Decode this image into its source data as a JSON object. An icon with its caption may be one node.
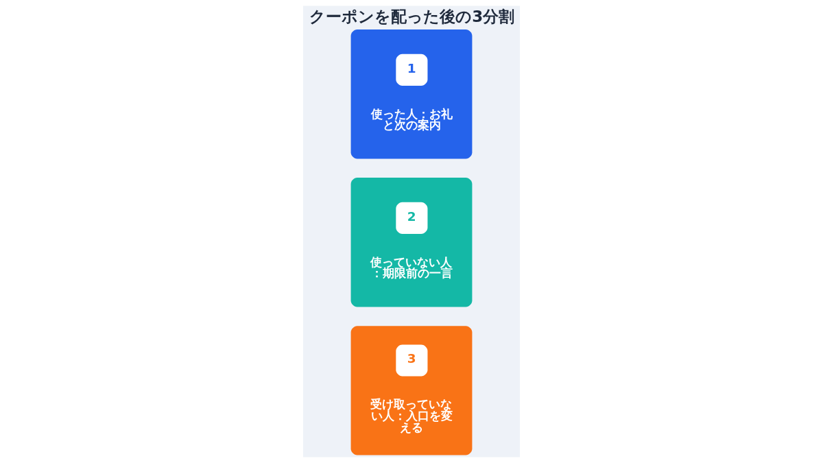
{
  "diagram": {
    "title": "クーポンを配った後の3分割",
    "nodes": [
      {
        "text": [
          "1",
          "使った人：お礼と次の案内"
        ]
      },
      {
        "text": [
          "2",
          "使っていない人：期限前の一言"
        ]
      },
      {
        "text": [
          "3",
          "受け取っていない人：入口を変える"
        ]
      }
    ],
    "edges": []
  }
}
